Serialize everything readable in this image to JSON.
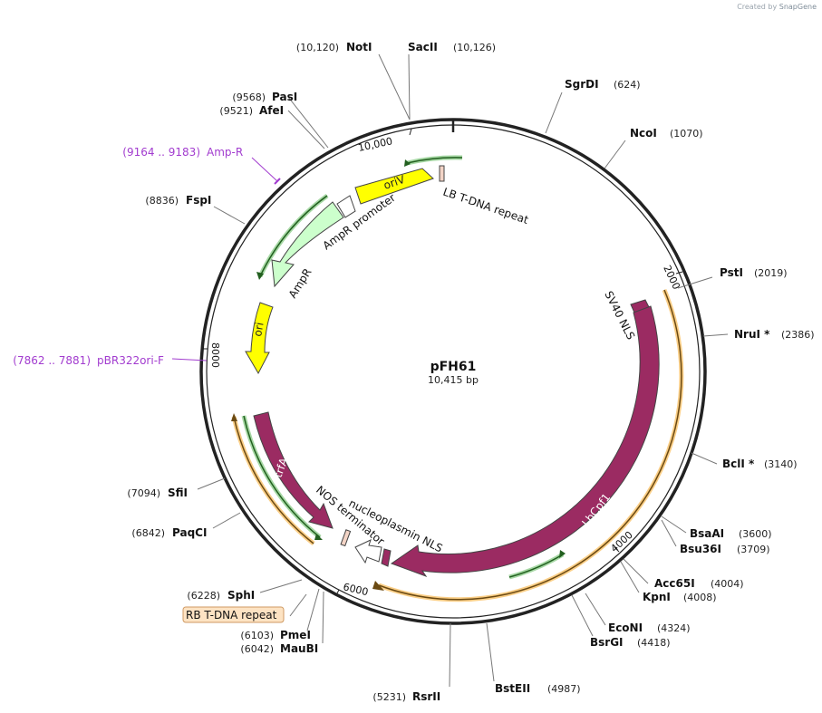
{
  "credit": {
    "prefix": "Created by",
    "brand": "SnapGene"
  },
  "plasmid": {
    "name": "pFH61",
    "size_label": "10,415 bp"
  },
  "ticks": [
    "10,000",
    "2000",
    "4000",
    "6000",
    "8000"
  ],
  "enzymes": [
    {
      "name": "NotI",
      "pos": "(10,120)"
    },
    {
      "name": "SacII",
      "pos": "(10,126)"
    },
    {
      "name": "SgrDI",
      "pos": "(624)"
    },
    {
      "name": "NcoI",
      "pos": "(1070)"
    },
    {
      "name": "PstI",
      "pos": "(2019)"
    },
    {
      "name": "NruI *",
      "pos": "(2386)"
    },
    {
      "name": "BclI *",
      "pos": "(3140)"
    },
    {
      "name": "BsaAI",
      "pos": "(3600)"
    },
    {
      "name": "Bsu36I",
      "pos": "(3709)"
    },
    {
      "name": "Acc65I",
      "pos": "(4004)"
    },
    {
      "name": "KpnI",
      "pos": "(4008)"
    },
    {
      "name": "EcoNI",
      "pos": "(4324)"
    },
    {
      "name": "BsrGI",
      "pos": "(4418)"
    },
    {
      "name": "BstEII",
      "pos": "(4987)"
    },
    {
      "name": "RsrII",
      "pos": "(5231)"
    },
    {
      "name": "MauBI",
      "pos": "(6042)"
    },
    {
      "name": "PmeI",
      "pos": "(6103)"
    },
    {
      "name": "SphI",
      "pos": "(6228)"
    },
    {
      "name": "PaqCI",
      "pos": "(6842)"
    },
    {
      "name": "SfiI",
      "pos": "(7094)"
    },
    {
      "name": "FspI",
      "pos": "(8836)"
    },
    {
      "name": "AfeI",
      "pos": "(9521)"
    },
    {
      "name": "PasI",
      "pos": "(9568)"
    }
  ],
  "primers": [
    {
      "range": "(9164 .. 9183)",
      "name": "Amp-R"
    },
    {
      "range": "(7862 .. 7881)",
      "name": "pBR322ori-F"
    }
  ],
  "features": {
    "oriV": "oriV",
    "lb": "LB T-DNA repeat",
    "ampr_promoter": "AmpR promoter",
    "ampr": "AmpR",
    "ori": "ori",
    "sv40": "SV40 NLS",
    "lbcpf1": "LbCpf1",
    "trfa": "trfA",
    "nos": "NOS terminator",
    "nucleoplasmin": "nucleoplasmin NLS",
    "rb": "RB T-DNA repeat"
  },
  "colors": {
    "backbone": "#222222",
    "yellow_feature": "#ffff00",
    "ampr_fill": "#ccffcc",
    "cds_fill": "#9b2b62",
    "orf_orange": "#f5a623",
    "orf_green": "#39a935",
    "primer": "#a23ccf"
  }
}
